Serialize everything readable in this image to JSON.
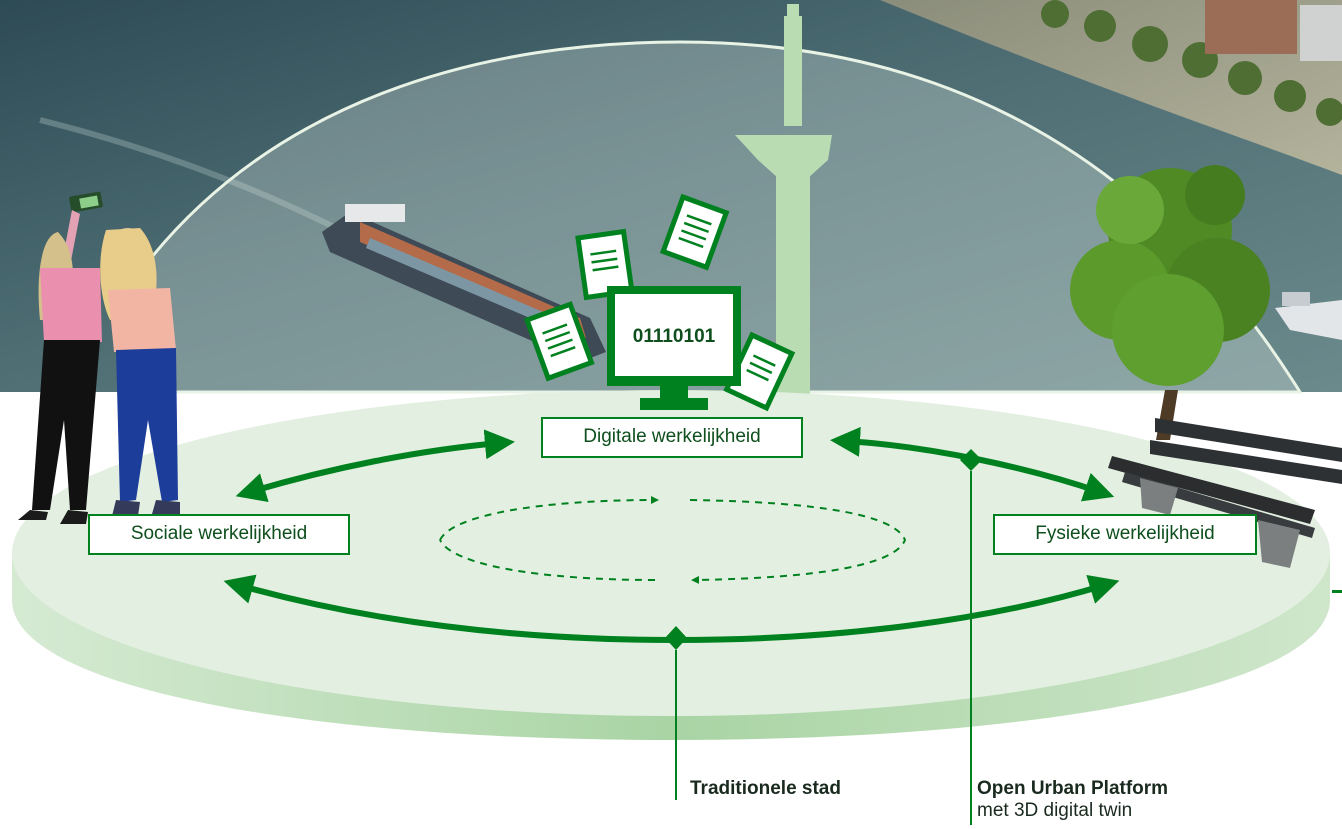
{
  "realities": {
    "digital": "Digitale werkelijkheid",
    "social": "Sociale werkelijkheid",
    "physical": "Fysieke werkelijkheid"
  },
  "monitor_code": "01110101",
  "legend": {
    "traditional_city": "Traditionele stad",
    "platform_title": "Open Urban Platform",
    "platform_subtitle": "met 3D digital twin"
  },
  "colors": {
    "accent_green": "#00811f",
    "disc_top": "#e3f0e1",
    "disc_side": "#bfe0bb",
    "water": "#3f5f68"
  }
}
